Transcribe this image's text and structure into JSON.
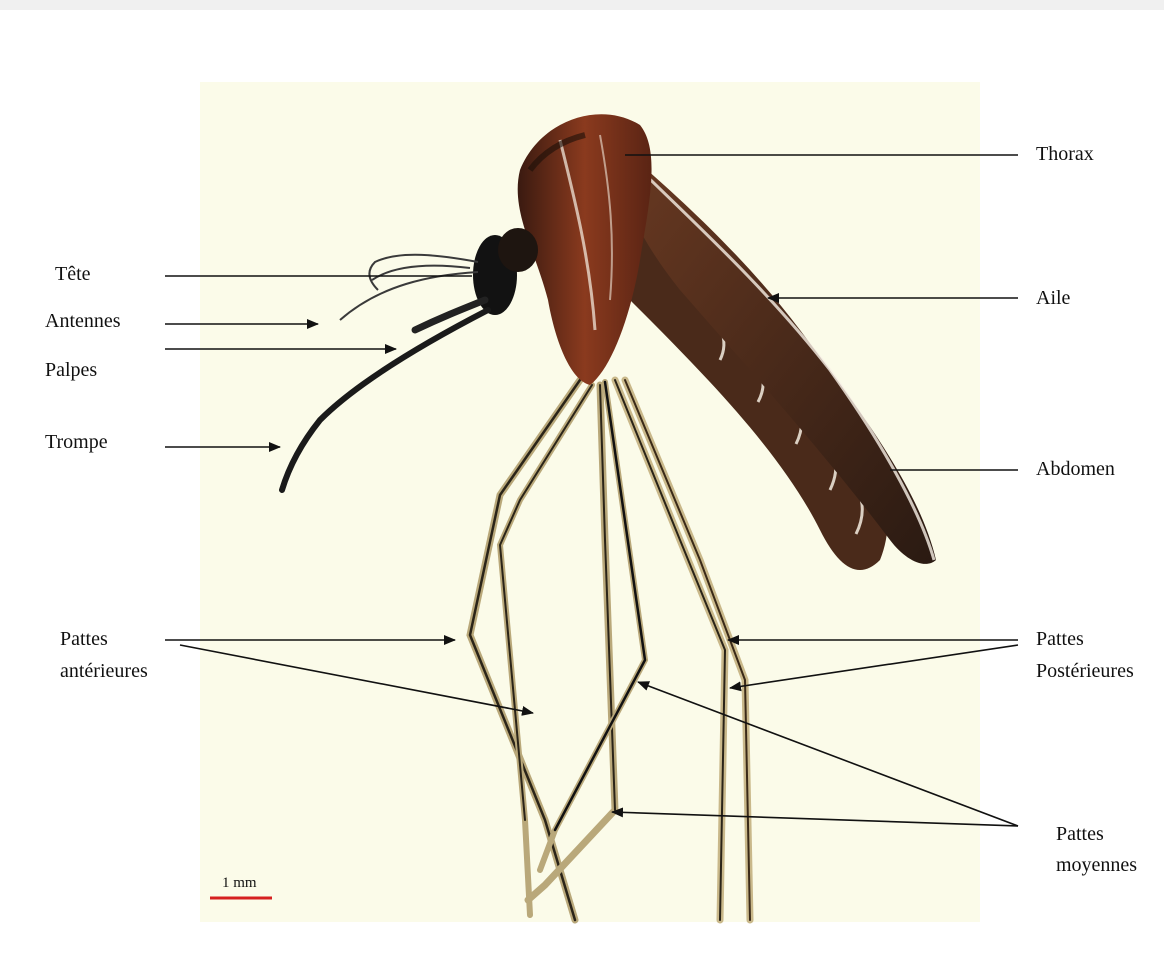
{
  "labels": {
    "tete": "Tête",
    "antennes": "Antennes",
    "palpes": "Palpes",
    "trompe": "Trompe",
    "thorax": "Thorax",
    "aile": "Aile",
    "abdomen": "Abdomen",
    "pattes_anterieures_1": "Pattes",
    "pattes_anterieures_2": "antérieures",
    "pattes_posterieures_1": "Pattes",
    "pattes_posterieures_2": "Postérieures",
    "pattes_moyennes_1": "Pattes",
    "pattes_moyennes_2": "moyennes"
  },
  "scale_bar": {
    "text": "1 mm",
    "color": "#d62020"
  },
  "colors": {
    "body_dark": "#3a1e12",
    "body_red": "#8a3a1e",
    "wing": "#5a3422",
    "leg": "#2a2418",
    "leg_light": "#b9a87a",
    "background": "#fbfbe9"
  }
}
